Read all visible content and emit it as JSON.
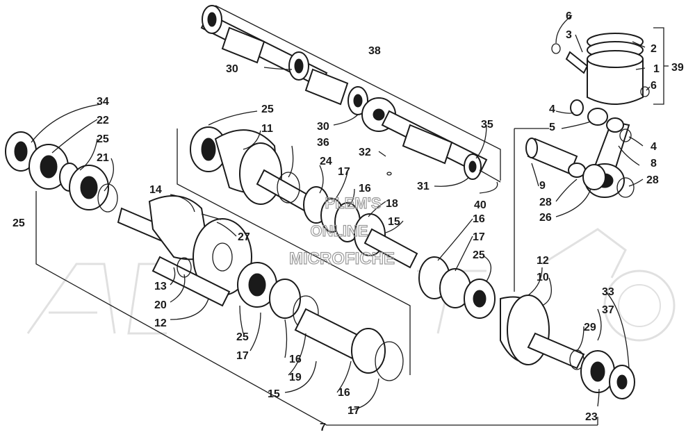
{
  "watermark": {
    "line1": "PLEM'S",
    "line2": "ONLINE",
    "line3": "MICROFICHE"
  },
  "callouts": [
    {
      "id": "c1",
      "text": "1"
    },
    {
      "id": "c2",
      "text": "2"
    },
    {
      "id": "c3",
      "text": "3"
    },
    {
      "id": "c4a",
      "text": "4"
    },
    {
      "id": "c4b",
      "text": "4"
    },
    {
      "id": "c5",
      "text": "5"
    },
    {
      "id": "c6a",
      "text": "6"
    },
    {
      "id": "c6b",
      "text": "6"
    },
    {
      "id": "c7",
      "text": "7"
    },
    {
      "id": "c8",
      "text": "8"
    },
    {
      "id": "c9",
      "text": "9"
    },
    {
      "id": "c10",
      "text": "10"
    },
    {
      "id": "c11",
      "text": "11"
    },
    {
      "id": "c12a",
      "text": "12"
    },
    {
      "id": "c12b",
      "text": "12"
    },
    {
      "id": "c13",
      "text": "13"
    },
    {
      "id": "c14",
      "text": "14"
    },
    {
      "id": "c15a",
      "text": "15"
    },
    {
      "id": "c15b",
      "text": "15"
    },
    {
      "id": "c16a",
      "text": "16"
    },
    {
      "id": "c16b",
      "text": "16"
    },
    {
      "id": "c16c",
      "text": "16"
    },
    {
      "id": "c16d",
      "text": "16"
    },
    {
      "id": "c17a",
      "text": "17"
    },
    {
      "id": "c17b",
      "text": "17"
    },
    {
      "id": "c17c",
      "text": "17"
    },
    {
      "id": "c17d",
      "text": "17"
    },
    {
      "id": "c18",
      "text": "18"
    },
    {
      "id": "c19",
      "text": "19"
    },
    {
      "id": "c20",
      "text": "20"
    },
    {
      "id": "c21",
      "text": "21"
    },
    {
      "id": "c22",
      "text": "22"
    },
    {
      "id": "c23",
      "text": "23"
    },
    {
      "id": "c24",
      "text": "24"
    },
    {
      "id": "c25a",
      "text": "25"
    },
    {
      "id": "c25b",
      "text": "25"
    },
    {
      "id": "c25c",
      "text": "25"
    },
    {
      "id": "c25d",
      "text": "25"
    },
    {
      "id": "c25e",
      "text": "25"
    },
    {
      "id": "c26",
      "text": "26"
    },
    {
      "id": "c27",
      "text": "27"
    },
    {
      "id": "c28a",
      "text": "28"
    },
    {
      "id": "c28b",
      "text": "28"
    },
    {
      "id": "c29",
      "text": "29"
    },
    {
      "id": "c30a",
      "text": "30"
    },
    {
      "id": "c30b",
      "text": "30"
    },
    {
      "id": "c31",
      "text": "31"
    },
    {
      "id": "c32",
      "text": "32"
    },
    {
      "id": "c33",
      "text": "33"
    },
    {
      "id": "c34",
      "text": "34"
    },
    {
      "id": "c35",
      "text": "35"
    },
    {
      "id": "c36",
      "text": "36"
    },
    {
      "id": "c37",
      "text": "37"
    },
    {
      "id": "c38",
      "text": "38"
    },
    {
      "id": "c39",
      "text": "39"
    },
    {
      "id": "c40",
      "text": "40"
    }
  ]
}
